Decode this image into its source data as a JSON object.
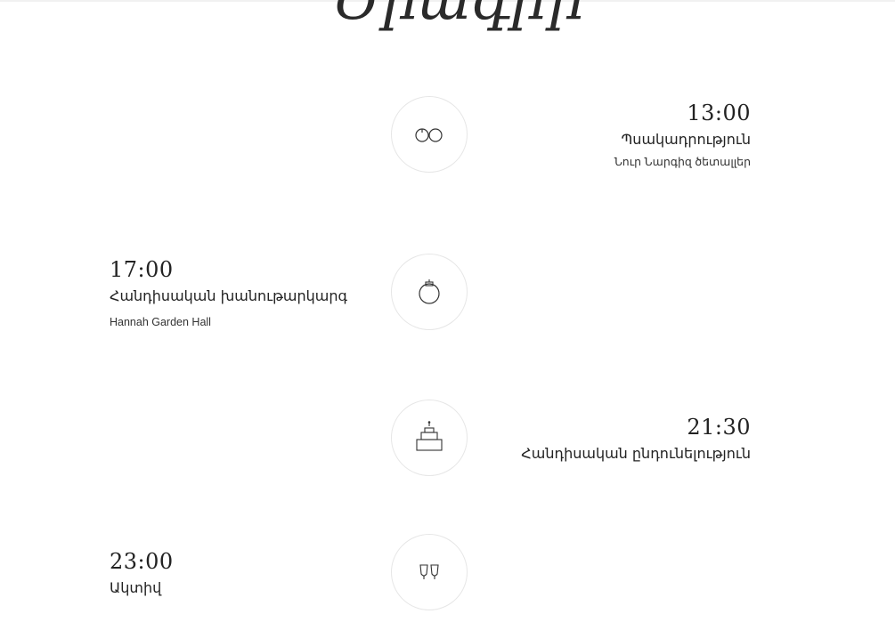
{
  "title": "Ծրագիր",
  "events": [
    {
      "time": "13:00",
      "name": "Պսակադրություն",
      "place": "Նուր Նարգիզ ծետալլեր",
      "icon": "glasses-icon"
    },
    {
      "time": "17:00",
      "name": "Հանդիսական խանութարկարգ",
      "place": "Hannah Garden Hall",
      "icon": "ring-icon"
    },
    {
      "time": "21:30",
      "name": "Հանդիսական ընդունելություն",
      "icon": "cake-icon"
    },
    {
      "time": "23:00",
      "name": "Ակտիվ",
      "icon": "champagne-icon"
    }
  ],
  "colors": {
    "text": "#222222",
    "circle_border": "#e6e6e6",
    "icon_stroke": "#333333"
  }
}
